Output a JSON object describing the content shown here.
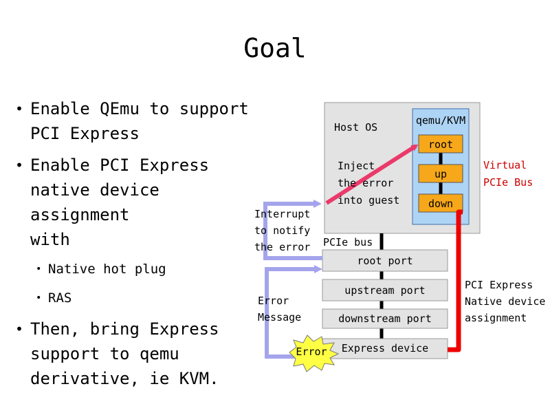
{
  "slide": {
    "title": "Goal",
    "bullets": [
      {
        "text": "Enable QEmu to support PCI Express",
        "level": 1,
        "lines": [
          "Enable QEmu to support",
          "PCI Express"
        ]
      },
      {
        "text": "Enable PCI Express native device assignment with",
        "level": 1,
        "lines": [
          "Enable PCI Express",
          "native device assignment",
          "with"
        ]
      },
      {
        "text": "Native hot plug",
        "level": 2,
        "lines": [
          "Native hot plug"
        ]
      },
      {
        "text": "RAS",
        "level": 2,
        "lines": [
          "RAS"
        ]
      },
      {
        "text": "Then, bring Express support to qemu derivative, ie KVM.",
        "level": 1,
        "lines": [
          "Then, bring Express",
          "support to qemu",
          "derivative, ie KVM."
        ]
      }
    ]
  },
  "diagram": {
    "host_os_label": "Host OS",
    "qemu_label": "qemu/KVM",
    "virtual_root": "root",
    "virtual_up": "up",
    "virtual_down": "down",
    "virtual_bus_label": [
      "Virtual",
      "PCIe Bus"
    ],
    "inject_label": [
      "Inject",
      "the error",
      "into guest"
    ],
    "interrupt_label": [
      "Interrupt",
      "to notify",
      "the error"
    ],
    "pcie_bus_label": "PCIe bus",
    "root_port": "root port",
    "upstream_port": "upstream port",
    "downstream_port": "downstream port",
    "express_device": "Express device",
    "error_badge": "Error",
    "error_message_label": [
      "Error",
      "Message"
    ],
    "native_assignment_label": [
      "PCI Express",
      "Native device",
      "assignment"
    ],
    "colors": {
      "host_box": "#e3e3e3",
      "qemu_box": "#aed4f5",
      "virtual_node": "#f6a81a",
      "red_accent": "#cc0000",
      "inject_arrow": "#ea3a6a",
      "interrupt_arrow": "#a4a4ec",
      "error_burst": "#ffff44"
    }
  }
}
